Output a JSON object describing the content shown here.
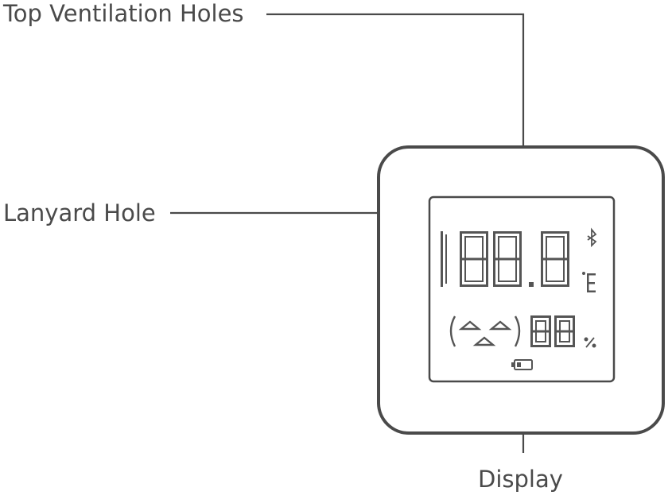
{
  "callouts": {
    "top_ventilation_holes": "Top Ventilation Holes",
    "lanyard_hole": "Lanyard Hole",
    "display": "Display"
  },
  "lcd": {
    "temperature_digits": "188.8",
    "temperature_unit": "°E",
    "humidity_digits": "88",
    "humidity_unit": "%"
  },
  "icons": {
    "bluetooth": "bluetooth-icon",
    "comfort_face": "comfort-face-icon",
    "battery": "battery-icon"
  },
  "colors": {
    "line": "#4a4a4a",
    "segment": "#555555",
    "background": "#ffffff"
  }
}
